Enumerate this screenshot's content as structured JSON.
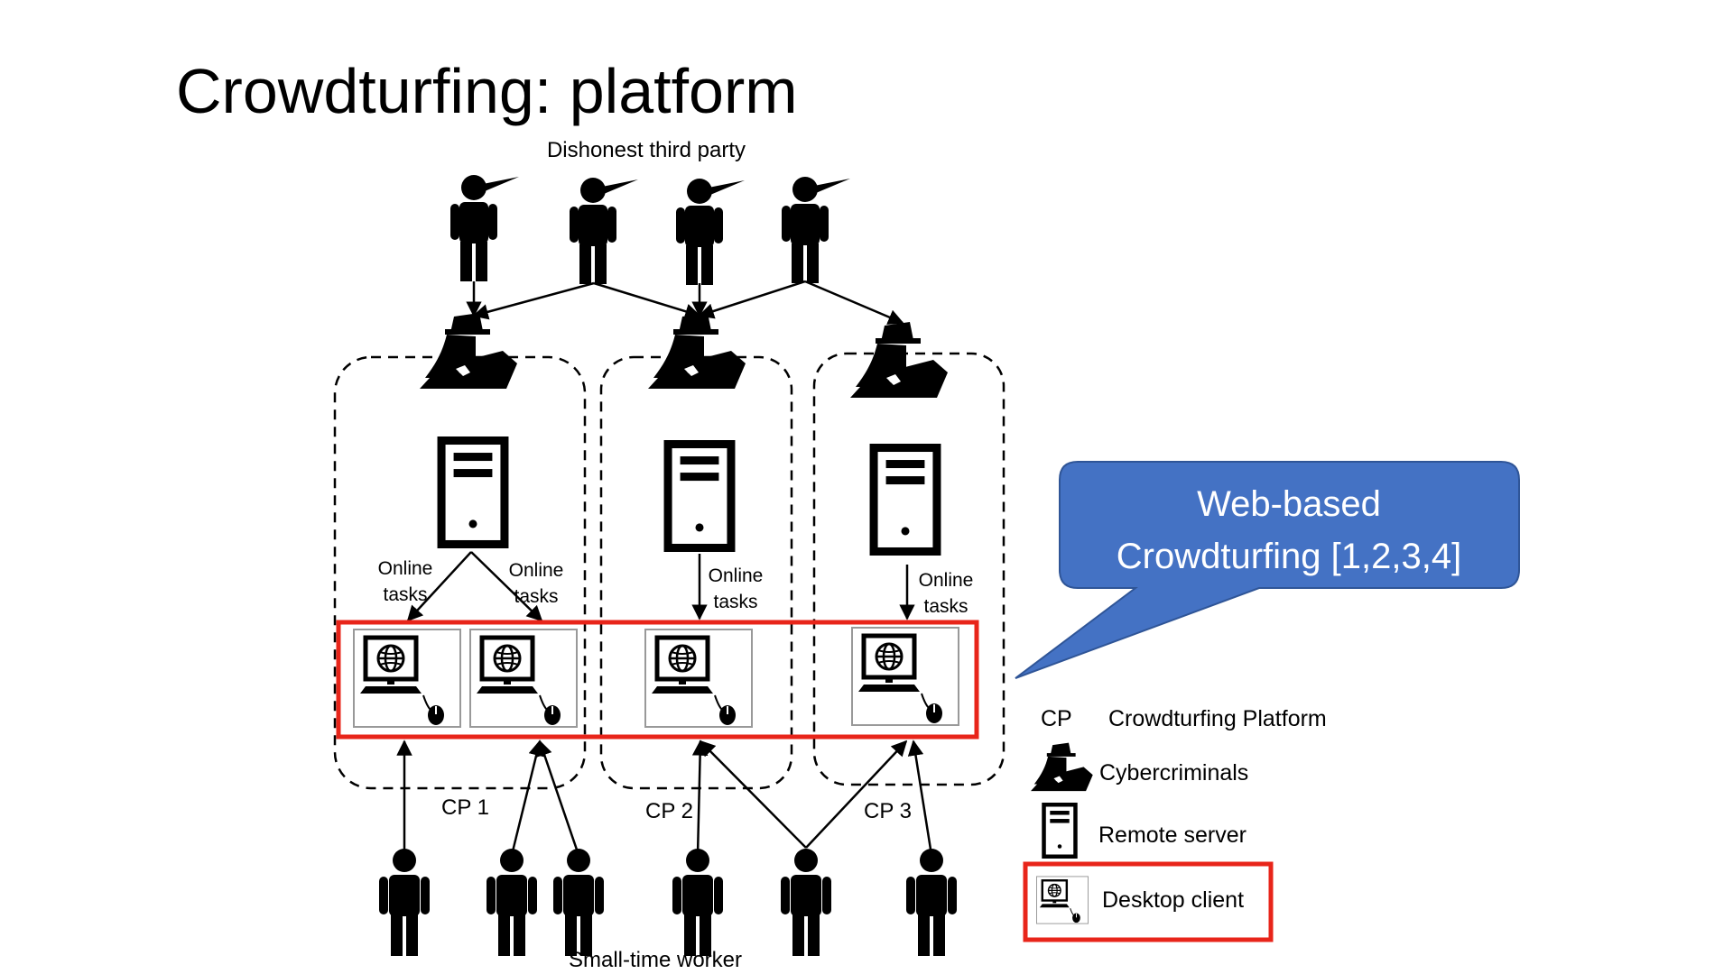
{
  "slide": {
    "title": "Crowdturfing: platform"
  },
  "diagram": {
    "top_label": "Dishonest third party",
    "bottom_label": "Small-time worker",
    "platform_labels": [
      "CP 1",
      "CP 2",
      "CP 3"
    ],
    "task_label_line1": "Online",
    "task_label_line2": "tasks"
  },
  "callout": {
    "line1": "Web-based",
    "line2": "Crowdturfing [1,2,3,4]",
    "fill_color": "#4472C4"
  },
  "legend": {
    "cp_abbrev": "CP",
    "cp_text": "Crowdturfing Platform",
    "cyber_text": "Cybercriminals",
    "server_text": "Remote server",
    "client_text": "Desktop client"
  },
  "colors": {
    "highlight": "#E8251A",
    "ink": "#000000"
  }
}
